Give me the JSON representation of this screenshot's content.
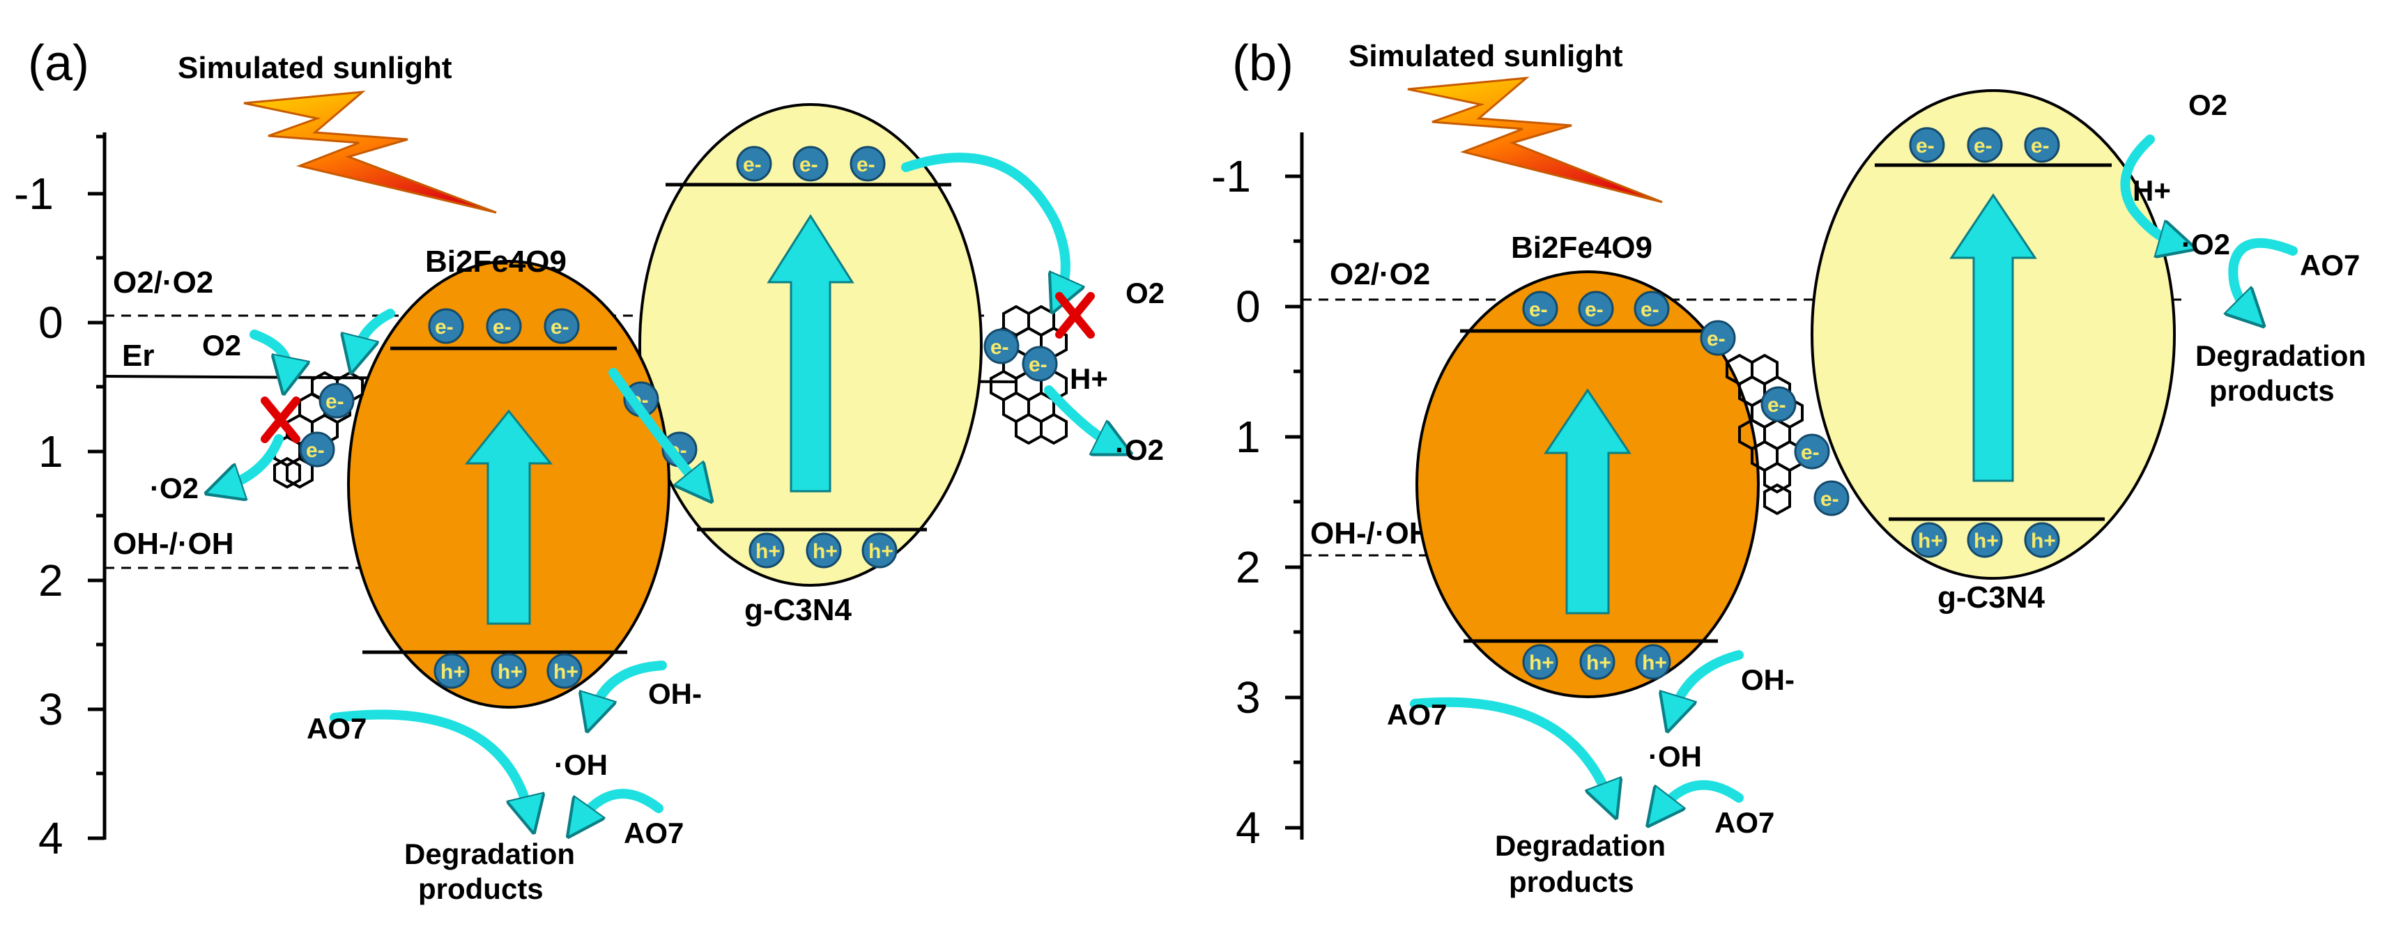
{
  "panels": [
    {
      "label": "(a)",
      "sunlight_label": "Simulated sunlight",
      "axis_ticks": [
        "-1",
        "0",
        "1",
        "2",
        "3",
        "4"
      ],
      "redox_levels": {
        "o2": "O2/·O2",
        "oh": "OH-/·OH",
        "fermi": "Er"
      },
      "semiconductors": {
        "bfo": "Bi2Fe4O9",
        "gcn": "g-C3N4"
      },
      "electron_label": "e-",
      "hole_label": "h+",
      "species": {
        "o2_left": "O2",
        "superoxide_left": "·O2",
        "o2_right": "O2",
        "hplus": "H+",
        "superoxide_right": "·O2",
        "oh_minus": "OH-",
        "oh_radical": "·OH",
        "ao7_left": "AO7",
        "ao7_right": "AO7",
        "products_line1": "Degradation",
        "products_line2": "products"
      }
    },
    {
      "label": "(b)",
      "sunlight_label": "Simulated sunlight",
      "axis_ticks": [
        "-1",
        "0",
        "1",
        "2",
        "3",
        "4"
      ],
      "redox_levels": {
        "o2": "O2/·O2",
        "oh": "OH-/·OH"
      },
      "semiconductors": {
        "bfo": "Bi2Fe4O9",
        "gcn": "g-C3N4"
      },
      "electron_label": "e-",
      "hole_label": "h+",
      "species": {
        "o2_top": "O2",
        "hplus": "H+",
        "superoxide": "·O2",
        "ao7_top": "AO7",
        "products_top_line1": "Degradation",
        "products_top_line2": "products",
        "oh_minus": "OH-",
        "oh_radical": "·OH",
        "ao7_left": "AO7",
        "ao7_right": "AO7",
        "products_line1": "Degradation",
        "products_line2": "products"
      }
    }
  ],
  "colors": {
    "bfo_fill": "#f39400",
    "gcn_fill": "#fbf7a8",
    "arrow_cyan": "#1ee0e0",
    "carrier_fill": "#2f7fae",
    "x_mark": "#e00000",
    "lightning_top": "#ffd400",
    "lightning_bottom": "#e01010"
  }
}
